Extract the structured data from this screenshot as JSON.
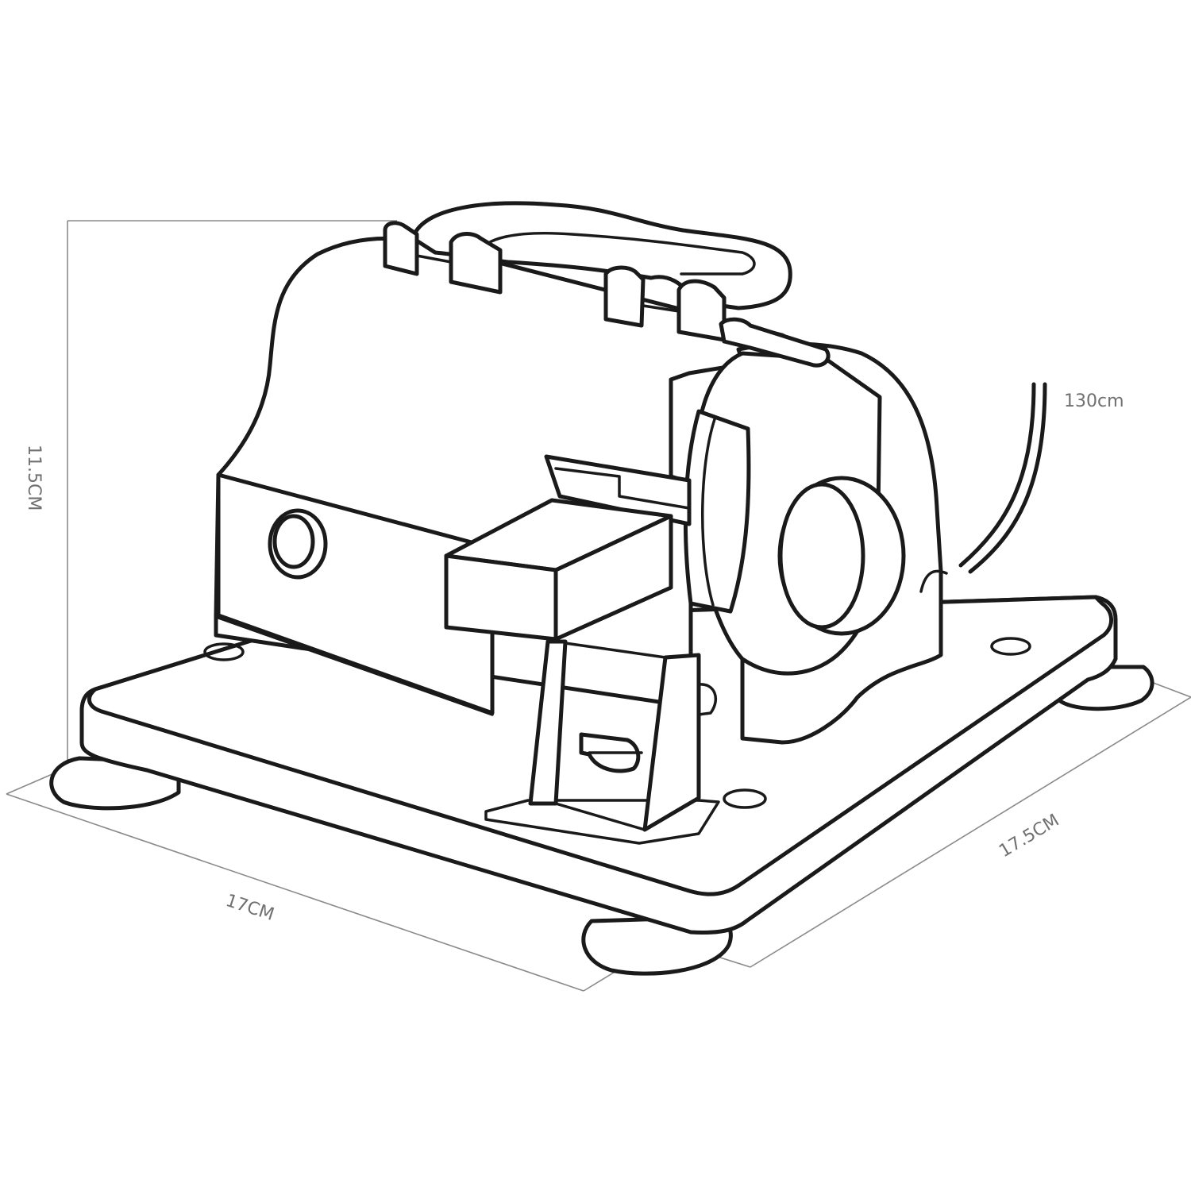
{
  "dimensions": {
    "height_label": "11.5CM",
    "width_label": "17CM",
    "depth_label": "17.5CM",
    "cord_label": "130cm"
  },
  "colors": {
    "line": "#1a1a1a",
    "dimension_line": "#8a8a8a",
    "label_text": "#707070"
  }
}
